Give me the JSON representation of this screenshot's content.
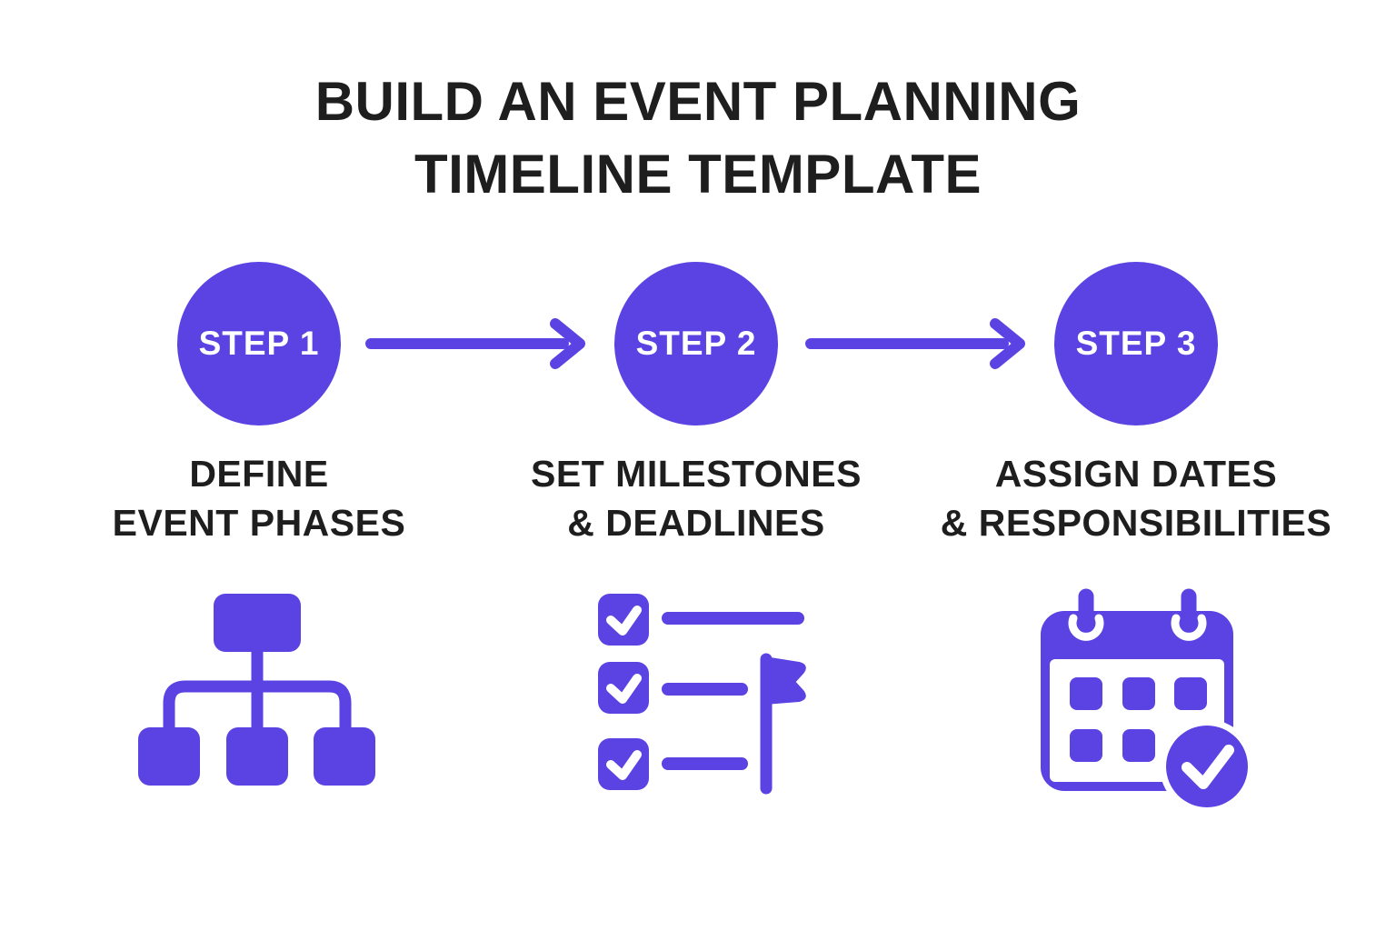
{
  "title": {
    "line1": "BUILD AN EVENT PLANNING",
    "line2": "TIMELINE TEMPLATE"
  },
  "colors": {
    "accent": "#5a43e2",
    "text": "#1e1e1e",
    "background": "#ffffff",
    "step_text": "#ffffff"
  },
  "steps": [
    {
      "badge": "STEP 1",
      "label_line1": "DEFINE",
      "label_line2": "EVENT PHASES",
      "icon": "org-chart-icon"
    },
    {
      "badge": "STEP 2",
      "label_line1": "SET MILESTONES",
      "label_line2": "& DEADLINES",
      "icon": "checklist-flag-icon"
    },
    {
      "badge": "STEP 3",
      "label_line1": "ASSIGN DATES",
      "label_line2": "& RESPONSIBILITIES",
      "icon": "calendar-check-icon"
    }
  ],
  "connectors": [
    {
      "name": "arrow-step1-to-step2"
    },
    {
      "name": "arrow-step2-to-step3"
    }
  ]
}
